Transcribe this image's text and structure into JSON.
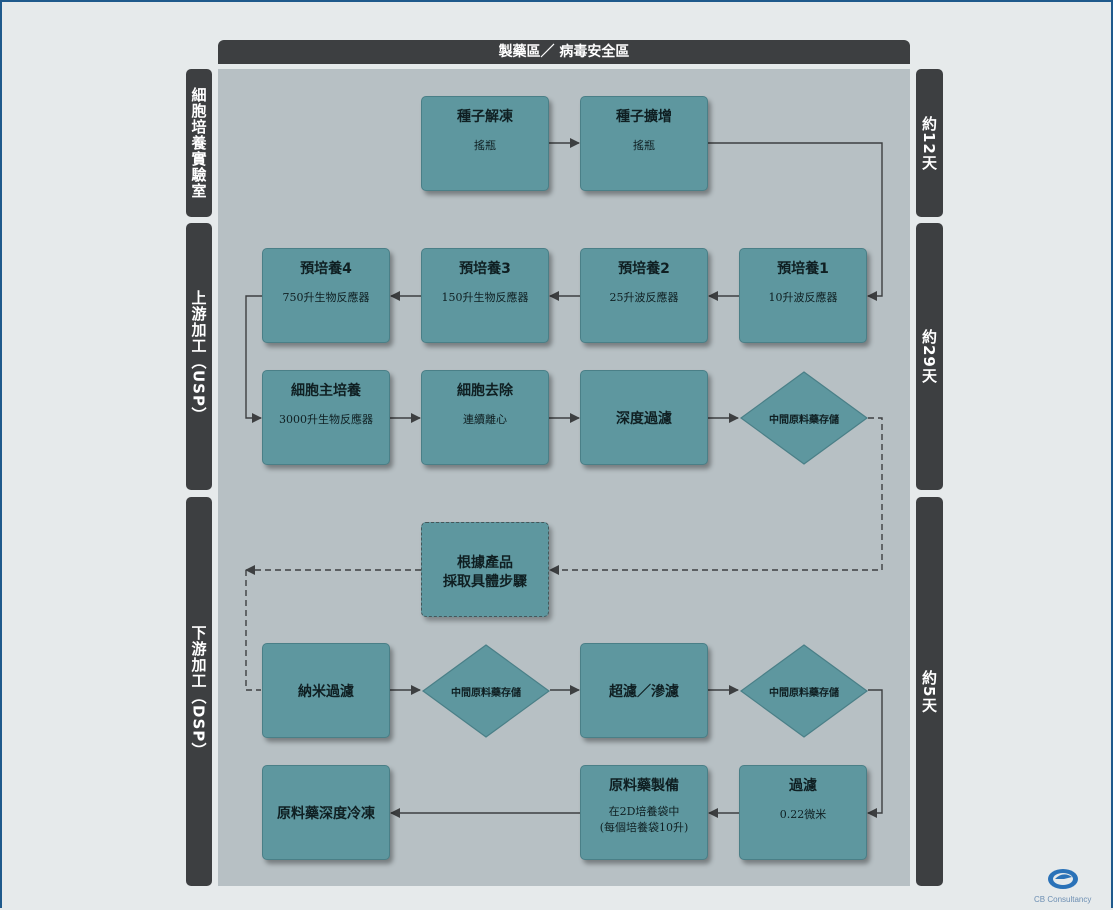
{
  "header": {
    "title": "製藥區／ 病毒安全區"
  },
  "left_labels": {
    "cell_lab": "細胞培養實驗室",
    "usp": "上游加工（USP）",
    "dsp": "下游加工（DSP）"
  },
  "right_labels": {
    "d12": "約12天",
    "d29": "約29天",
    "d5": "約5天"
  },
  "nodes": {
    "seed_thaw": {
      "title": "種子解凍",
      "sub": "搖瓶"
    },
    "seed_expand": {
      "title": "種子擴增",
      "sub": "搖瓶"
    },
    "pre1": {
      "title": "預培養1",
      "sub": "10升波反應器"
    },
    "pre2": {
      "title": "預培養2",
      "sub": "25升波反應器"
    },
    "pre3": {
      "title": "預培養3",
      "sub": "150升生物反應器"
    },
    "pre4": {
      "title": "預培養4",
      "sub": "750升生物反應器"
    },
    "main_culture": {
      "title": "細胞主培養",
      "sub": "3000升生物反應器"
    },
    "cell_removal": {
      "title": "細胞去除",
      "sub": "連續離心"
    },
    "depth_filter": {
      "title": "深度過濾"
    },
    "storage1": {
      "title": "中間原料藥存儲"
    },
    "product_specific_1": {
      "title": "根據產品"
    },
    "product_specific_2": {
      "title": "採取具體步驟"
    },
    "nano_filter": {
      "title": "納米過濾"
    },
    "storage2": {
      "title": "中間原料藥存儲"
    },
    "uf_df": {
      "title": "超濾／滲濾"
    },
    "storage3": {
      "title": "中間原料藥存儲"
    },
    "filtration": {
      "title": "過濾",
      "sub": "0.22微米"
    },
    "bds_prep": {
      "title": "原料藥製備",
      "sub1": "在2D培養袋中",
      "sub2": "(每個培養袋10升)"
    },
    "bds_freeze": {
      "title": "原料藥深度冷凍"
    }
  },
  "branding": {
    "company": "CB Consultancy"
  },
  "colors": {
    "node": "#5e979f",
    "node_border": "#4a7f87",
    "panel": "#b7c0c4",
    "bar": "#3d3f41",
    "arrow": "#3d3f41"
  }
}
